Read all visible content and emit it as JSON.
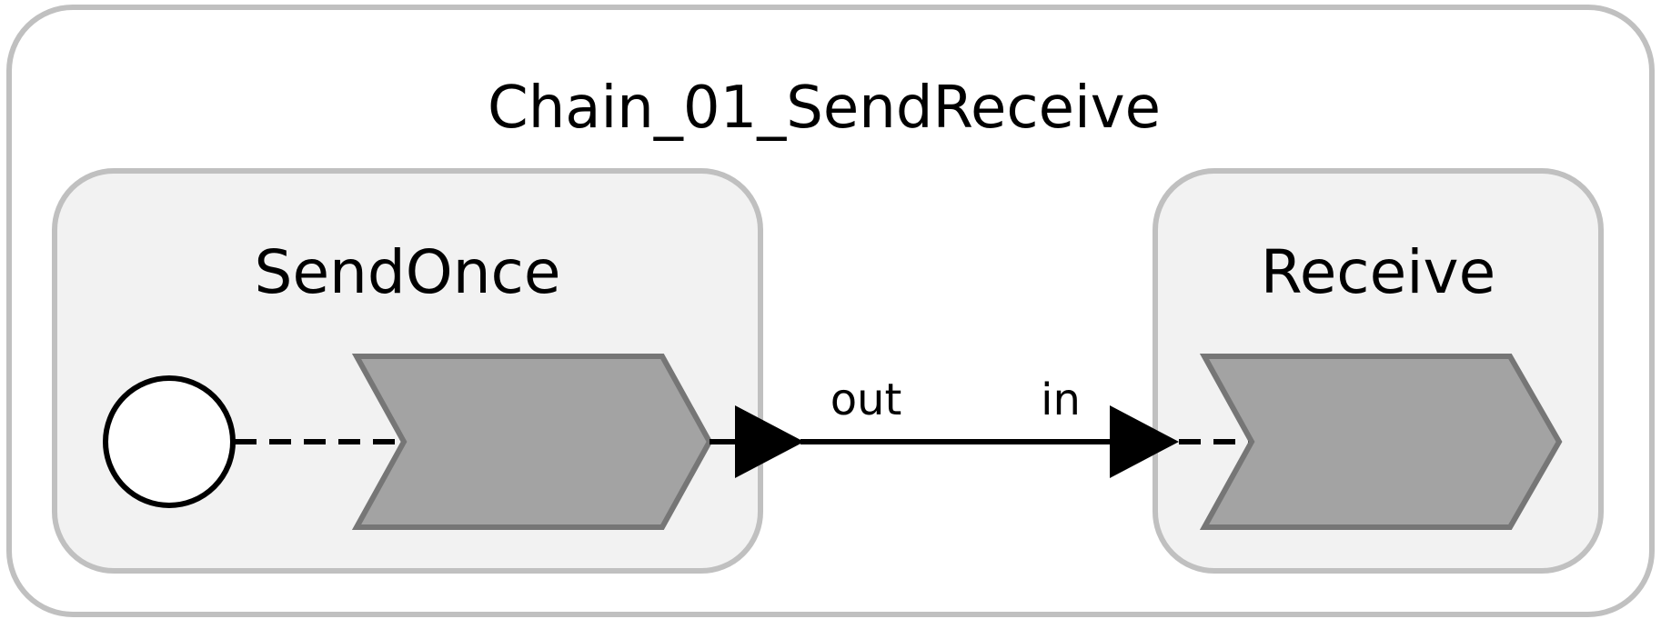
{
  "diagram": {
    "title": "Chain_01_SendReceive",
    "nodes": [
      {
        "id": "send_once",
        "label": "SendOnce"
      },
      {
        "id": "receive",
        "label": "Receive"
      }
    ],
    "edges": [
      {
        "from": "send_once",
        "to": "receive",
        "source_port": "out",
        "target_port": "in"
      }
    ],
    "colors": {
      "outer_border": "#c0c0c0",
      "subsystem_fill": "#f2f2f2",
      "subsystem_border": "#c0c0c0",
      "block_fill": "#a3a3a3",
      "block_border": "#767676",
      "line": "#000000"
    }
  }
}
